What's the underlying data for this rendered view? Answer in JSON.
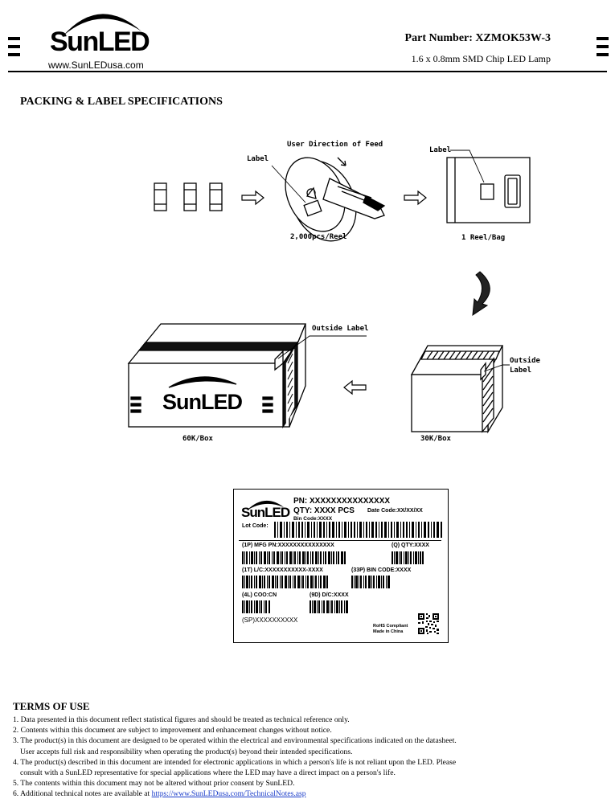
{
  "header": {
    "logo_text": "SunLED",
    "website": "www.SunLEDusa.com",
    "part_number": "Part Number: XZMOK53W-3",
    "description": "1.6 x 0.8mm SMD Chip LED Lamp"
  },
  "section_title": "PACKING & LABEL SPECIFICATIONS",
  "diagram": {
    "feed_direction": "User Direction of Feed",
    "reel_label": "Label",
    "reel_qty": "2,000pcs/Reel",
    "bag_label": "Label",
    "bag_qty": "1 Reel/Bag",
    "large_box_label": "Outside Label",
    "large_box_logo": "SunLED",
    "large_box_qty": "60K/Box",
    "small_box_label_line1": "Outside",
    "small_box_label_line2": "Label",
    "small_box_qty": "30K/Box"
  },
  "product_label": {
    "logo": "SunLED",
    "pn": "PN: XXXXXXXXXXXXXXX",
    "qty": "QTY: XXXX PCS",
    "date_code": "Date Code:XX/XX/XX",
    "bin_code": "Bin Code:XXXX",
    "lot_code": "Lot Code:",
    "mfg_pn": "(1P) MFG PN:XXXXXXXXXXXXXXX",
    "q_qty": "(Q) QTY:XXXX",
    "lc": "(1T) L/C:XXXXXXXXXXX-XXXX",
    "bin_code_33p": "(33P) BIN CODE:XXXX",
    "coo": "(4L) COO:CN",
    "dc": "(9D) D/C:XXXX",
    "sp": "(SP)XXXXXXXXXX",
    "rohs": "RoHS Compliant",
    "made_in": "Made in China"
  },
  "terms": {
    "title": "TERMS OF USE",
    "items": [
      "1. Data presented in this document reflect statistical figures and should be treated as technical reference only.",
      "2. Contents within this document are subject to improvement and enhancement changes without notice.",
      "3. The product(s) in this document are designed to be operated within the electrical and environmental specifications indicated on the datasheet.",
      "User accepts full risk and responsibility when operating the product(s) beyond their intended specifications.",
      "4. The product(s) described in this document are intended for electronic applications in which a person's life is not reliant upon the LED.  Please",
      "consult with a SunLED representative for special applications where the LED may have a direct impact on a person's life.",
      "5. The contents within this document may not be altered without prior consent by SunLED.",
      "6. Additional technical notes are available at "
    ],
    "link": "https://www.SunLEDusa.com/TechnicalNotes.asp"
  }
}
